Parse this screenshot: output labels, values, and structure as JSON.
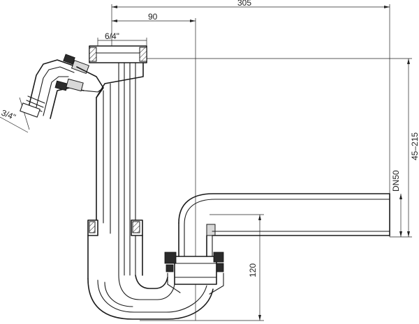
{
  "dimensions": {
    "total_length": "305",
    "inlet_offset": "90",
    "inlet_size": "6/4\"",
    "side_inlet_size": "3/4\"",
    "height_range": "45–215",
    "outlet_diameter": "DN50",
    "trap_height": "120"
  }
}
